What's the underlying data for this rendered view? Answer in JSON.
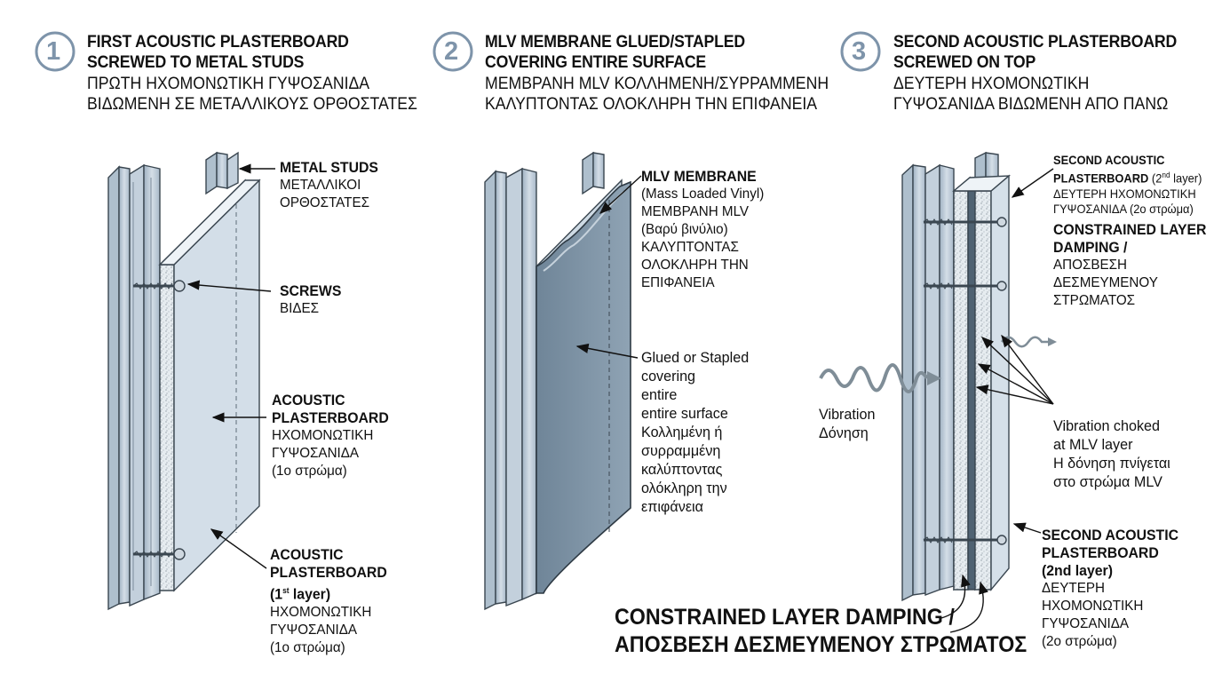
{
  "steps": [
    {
      "number": "1",
      "title_lines": [
        "FIRST ACOUSTIC PLASTERBOARD",
        "SCREWED TO METAL STUDS"
      ],
      "greek_lines": [
        "ΠΡΩΤΗ ΗΧΟΜΟΝΩΤΙΚΗ ΓΥΨΟΣΑΝΙΔΑ",
        "ΒΙΔΩΜΕΝΗ ΣΕ ΜΕΤΑΛΛΙΚΟΥΣ ΟΡΘΟΣΤΑΤΕΣ"
      ]
    },
    {
      "number": "2",
      "title_lines": [
        "MLV MEMBRANE GLUED/STAPLED",
        "COVERING ENTIRE SURFACE"
      ],
      "greek_lines": [
        "ΜΕΜΒΡΑΝΗ MLV ΚΟΛΛΗΜΕΝΗ/ΣΥΡΡΑΜΜΕΝΗ",
        "ΚΑΛΥΠΤΟΝΤΑΣ ΟΛΟΚΛΗΡΗ ΤΗΝ ΕΠΙΦΑΝΕΙΑ"
      ]
    },
    {
      "number": "3",
      "title_lines": [
        "SECOND ACOUSTIC PLASTERBOARD",
        "SCREWED ON TOP"
      ],
      "greek_lines": [
        "ΔΕΥΤΕΡΗ ΗΧΟΜΟΝΩΤΙΚΗ",
        "ΓΥΨΟΣΑΝΙΔΑ ΒΙΔΩΜΕΝΗ ΑΠΟ ΠΑΝΩ"
      ]
    }
  ],
  "panel1": {
    "metal_studs": {
      "title": "METAL STUDS",
      "greek": [
        "ΜΕΤΑΛΛΙΚΟΙ",
        "ΟΡΘΟΣΤΑΤΕΣ"
      ]
    },
    "screws": {
      "title": "SCREWS",
      "greek": [
        "ΒΙΔΕΣ"
      ]
    },
    "acoustic_plasterboard": {
      "title": [
        "ACOUSTIC",
        "PLASTERBOARD"
      ],
      "greek": [
        "ΗΧΟΜΟΝΩΤΙΚΗ",
        "ΓΥΨΟΣΑΝΙΔΑ",
        "(1ο στρώμα)"
      ]
    },
    "acoustic_plasterboard_layer": {
      "title": [
        "ACOUSTIC",
        "PLASTERBOARD"
      ],
      "layer_prefix": "(1",
      "layer_sup": "st",
      "layer_suffix": " layer)",
      "greek": [
        "ΗΧΟΜΟΝΩΤΙΚΗ",
        "ΓΥΨΟΣΑΝΙΔΑ",
        "(1ο στρώμα)"
      ]
    }
  },
  "panel2": {
    "mlv_membrane": {
      "title": "MLV MEMBRANE",
      "lines": [
        "(Mass Loaded Vinyl)",
        "ΜΕΜΒΡΑΝΗ MLV",
        "(Βαρύ βινύλιο)",
        "ΚΑΛΥΠΤΟΝΤΑΣ",
        "ΟΛΟΚΛΗΡΗ ΤΗΝ",
        "ΕΠΙΦΑΝΕΙΑ"
      ]
    },
    "glued": {
      "lines": [
        "Glued or Stapled",
        "covering",
        "entire",
        "entire surface",
        "Κολλημένη ή",
        "συρραμμένη",
        "καλύπτοντας",
        "ολόκληρη την",
        "επιφάνεια"
      ]
    }
  },
  "panel3": {
    "second_top": {
      "title": [
        "SECOND ACOUSTIC"
      ],
      "title2_prefix": "PLASTERBOARD",
      "title2_sup_prefix": " (2",
      "title2_sup": "nd",
      "title2_suffix": " layer)",
      "greek": [
        "ΔΕΥΤΕΡΗ ΗΧΟΜΟΝΩΤΙΚΗ",
        "ΓΥΨΟΣΑΝΙΔΑ (2ο στρώμα)"
      ]
    },
    "cld": {
      "title": [
        "CONSTRAINED LAYER",
        "DAMPING /"
      ],
      "greek": [
        "ΑΠΟΣΒΕΣΗ",
        "ΔΕΣΜΕΥΜΕΝΟΥ",
        "ΣΤΡΩΜΑΤΟΣ"
      ]
    },
    "vibration": {
      "lines": [
        "Vibration",
        "Δόνηση"
      ]
    },
    "choked": {
      "lines": [
        "Vibration choked",
        "at MLV layer",
        "Η δόνηση πνίγεται",
        "στο στρώμα MLV"
      ]
    },
    "second_bottom": {
      "title": [
        "SECOND ACOUSTIC",
        "PLASTERBOARD",
        "(2nd layer)"
      ],
      "greek": [
        "ΔΕΥΤΕΡΗ",
        "ΗΧΟΜΟΝΩΤΙΚΗ",
        "ΓΥΨΟΣΑΝΙΔΑ",
        "(2ο στρώμα)"
      ]
    },
    "big_caption": [
      "CONSTRAINED LAYER DAMPING /",
      "ΑΠΟΣΒΕΣΗ ΔΕΣΜΕΥΜΕΝΟΥ ΣΤΡΩΜΑΤΟΣ"
    ]
  },
  "colors": {
    "stud": "#b9c8d6",
    "stud_dark": "#8fa3b6",
    "board": "#cfdbe5",
    "board_edge": "#aebfcd",
    "mlv": "#7d93a6",
    "mlv_dark": "#4f6272",
    "circle": "#7e94aa",
    "wave": "#7f8d97"
  }
}
